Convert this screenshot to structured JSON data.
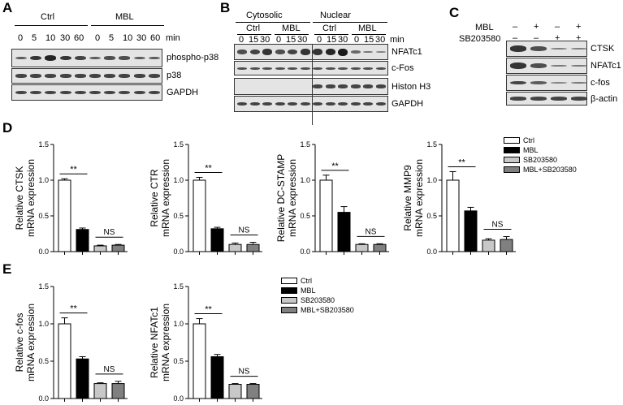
{
  "panels": {
    "A": "A",
    "B": "B",
    "C": "C",
    "D": "D",
    "E": "E"
  },
  "A": {
    "groups": [
      "Ctrl",
      "MBL"
    ],
    "times": [
      "0",
      "5",
      "10",
      "30",
      "60",
      "0",
      "5",
      "10",
      "30",
      "60"
    ],
    "time_unit": "min",
    "rows": [
      "phospho-p38",
      "p38",
      "GAPDH"
    ]
  },
  "B": {
    "fractions": [
      "Cytosolic",
      "Nuclear"
    ],
    "groups": [
      "Ctrl",
      "MBL",
      "Ctrl",
      "MBL"
    ],
    "times": [
      "0",
      "15",
      "30",
      "0",
      "15",
      "30",
      "0",
      "15",
      "30",
      "0",
      "15",
      "30"
    ],
    "time_unit": "min",
    "rows": [
      "NFATc1",
      "c-Fos",
      "Histon H3",
      "GAPDH"
    ]
  },
  "C": {
    "conditions": [
      {
        "label": "MBL",
        "signs": [
          "–",
          "+",
          "–",
          "+"
        ]
      },
      {
        "label": "SB203580",
        "signs": [
          "–",
          "–",
          "+",
          "+"
        ]
      }
    ],
    "rows": [
      "CTSK",
      "NFATc1",
      "c-fos",
      "β-actin"
    ]
  },
  "legend": [
    "Ctrl",
    "MBL",
    "SB203580",
    "MBL+SB203580"
  ],
  "colors": {
    "Ctrl": "#ffffff",
    "MBL": "#000000",
    "SB203580": "#c8c8c8",
    "MBL+SB203580": "#808080"
  },
  "chart_data": [
    {
      "panel": "D",
      "type": "bar",
      "ylabel": "Relative CTSK mRNA expression",
      "ylim": [
        0,
        1.5
      ],
      "yticks": [
        "0.0",
        "0.5",
        "1.0",
        "1.5"
      ],
      "categories": [
        "Ctrl",
        "MBL",
        "SB203580",
        "MBL+SB203580"
      ],
      "values": [
        1.0,
        0.31,
        0.08,
        0.09
      ],
      "errors": [
        0.02,
        0.02,
        0.01,
        0.01
      ],
      "annotations": [
        {
          "text": "**"
        },
        {
          "text": "NS"
        }
      ]
    },
    {
      "panel": "D",
      "type": "bar",
      "ylabel": "Relative CTR mRNA expression",
      "ylim": [
        0,
        1.5
      ],
      "yticks": [
        "0.0",
        "0.5",
        "1.0",
        "1.5"
      ],
      "categories": [
        "Ctrl",
        "MBL",
        "SB203580",
        "MBL+SB203580"
      ],
      "values": [
        1.0,
        0.32,
        0.1,
        0.1
      ],
      "errors": [
        0.04,
        0.02,
        0.02,
        0.03
      ],
      "annotations": [
        {
          "text": "**"
        },
        {
          "text": "NS"
        }
      ]
    },
    {
      "panel": "D",
      "type": "bar",
      "ylabel": "Relative DC-STAMP mRNA expression",
      "ylim": [
        0,
        1.5
      ],
      "yticks": [
        "0.0",
        "0.5",
        "1.0",
        "1.5"
      ],
      "categories": [
        "Ctrl",
        "MBL",
        "SB203580",
        "MBL+SB203580"
      ],
      "values": [
        1.0,
        0.55,
        0.1,
        0.1
      ],
      "errors": [
        0.07,
        0.08,
        0.01,
        0.01
      ],
      "annotations": [
        {
          "text": "**"
        },
        {
          "text": "NS"
        }
      ]
    },
    {
      "panel": "D",
      "type": "bar",
      "ylabel": "Relative MMP9 mRNA expression",
      "ylim": [
        0,
        1.5
      ],
      "yticks": [
        "0.0",
        "0.5",
        "1.0",
        "1.5"
      ],
      "categories": [
        "Ctrl",
        "MBL",
        "SB203580",
        "MBL+SB203580"
      ],
      "values": [
        1.0,
        0.57,
        0.16,
        0.17
      ],
      "errors": [
        0.12,
        0.05,
        0.02,
        0.04
      ],
      "annotations": [
        {
          "text": "**"
        },
        {
          "text": "NS"
        }
      ]
    },
    {
      "panel": "E",
      "type": "bar",
      "ylabel": "Relative c-fos mRNA expression",
      "ylim": [
        0,
        1.5
      ],
      "yticks": [
        "0.0",
        "0.5",
        "1.0",
        "1.5"
      ],
      "categories": [
        "Ctrl",
        "MBL",
        "SB203580",
        "MBL+SB203580"
      ],
      "values": [
        1.0,
        0.53,
        0.2,
        0.2
      ],
      "errors": [
        0.08,
        0.03,
        0.01,
        0.03
      ],
      "annotations": [
        {
          "text": "**"
        },
        {
          "text": "NS"
        }
      ]
    },
    {
      "panel": "E",
      "type": "bar",
      "ylabel": "Relative NFATc1 mRNA expression",
      "ylim": [
        0,
        1.5
      ],
      "yticks": [
        "0.0",
        "0.5",
        "1.0",
        "1.5"
      ],
      "categories": [
        "Ctrl",
        "MBL",
        "SB203580",
        "MBL+SB203580"
      ],
      "values": [
        1.0,
        0.56,
        0.19,
        0.19
      ],
      "errors": [
        0.07,
        0.03,
        0.01,
        0.01
      ],
      "annotations": [
        {
          "text": "**"
        },
        {
          "text": "NS"
        }
      ]
    }
  ]
}
